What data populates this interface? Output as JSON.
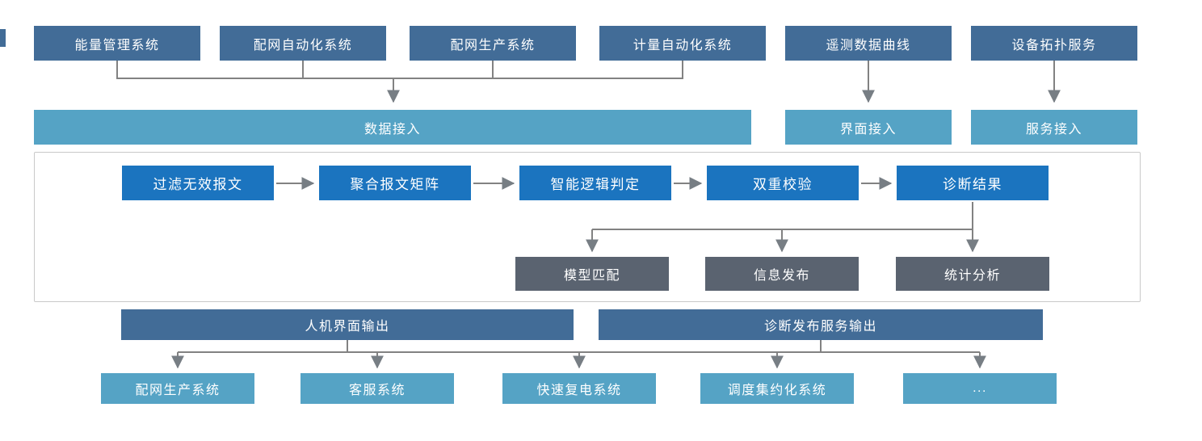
{
  "top_sources": {
    "items": [
      "能量管理系统",
      "配网自动化系统",
      "配网生产系统",
      "计量自动化系统",
      "遥测数据曲线",
      "设备拓扑服务"
    ]
  },
  "access_row": {
    "data_access": "数据接入",
    "ui_access": "界面接入",
    "service_access": "服务接入"
  },
  "pipeline": {
    "steps": [
      "过滤无效报文",
      "聚合报文矩阵",
      "智能逻辑判定",
      "双重校验",
      "诊断结果"
    ]
  },
  "result_actions": {
    "items": [
      "模型匹配",
      "信息发布",
      "统计分析"
    ]
  },
  "output_channels": {
    "items": [
      "人机界面输出",
      "诊断发布服务输出"
    ]
  },
  "target_systems": {
    "items": [
      "配网生产系统",
      "客服系统",
      "快速复电系统",
      "调度集约化系统",
      "..."
    ]
  },
  "colors": {
    "source_box": "#426c97",
    "access_box": "#55a3c5",
    "pipeline_box": "#1b74bf",
    "result_box": "#5a6370",
    "connector": "#828282",
    "frame_border": "#c9c9c9"
  }
}
